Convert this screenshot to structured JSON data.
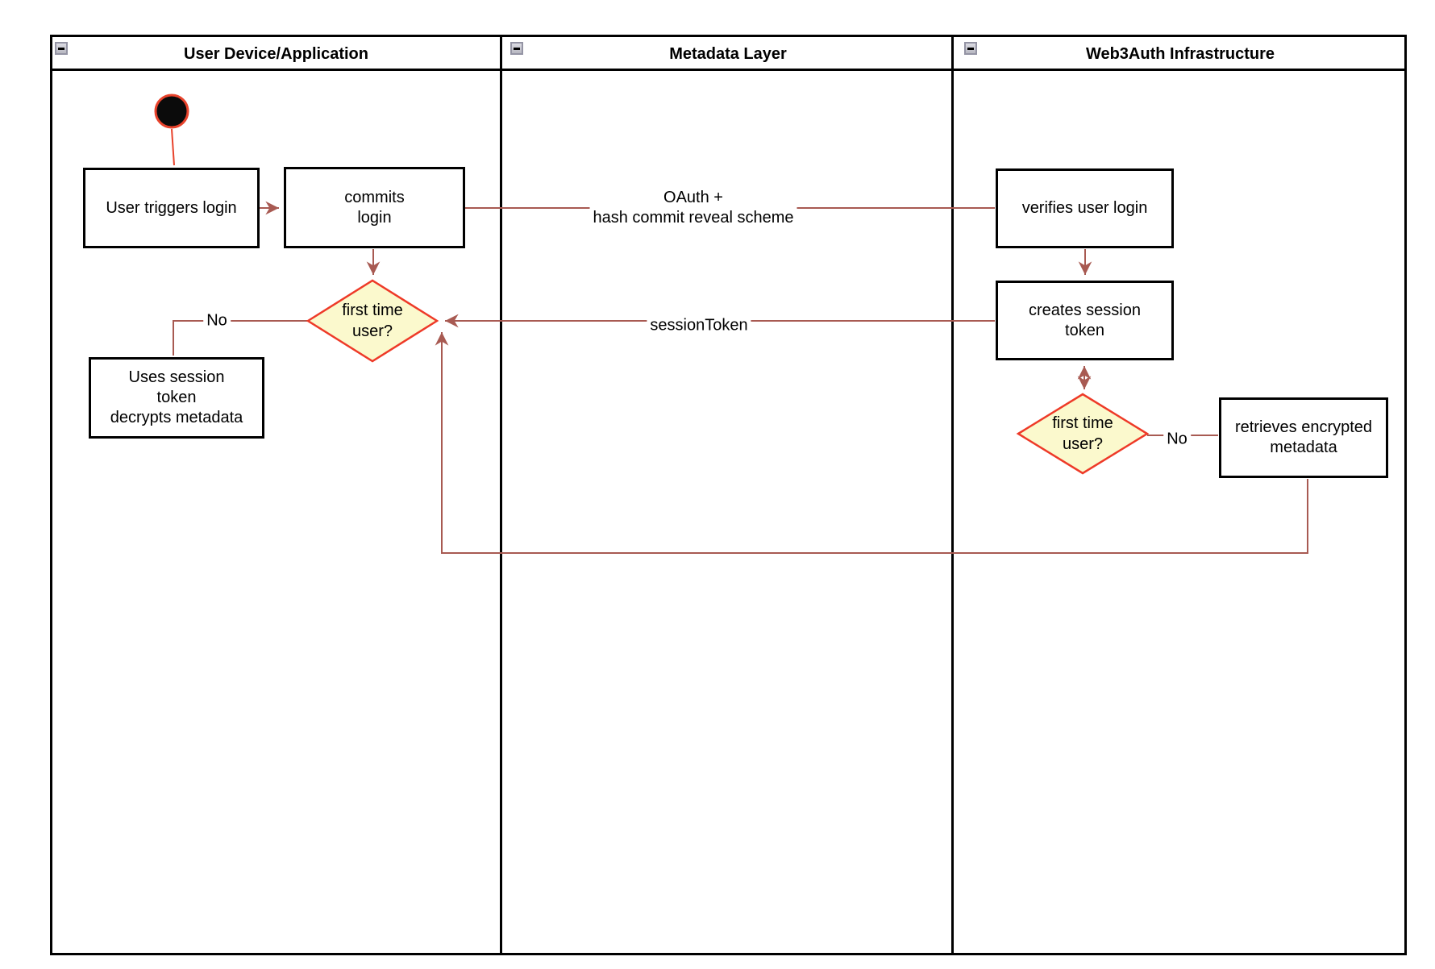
{
  "diagram": {
    "lanes": [
      {
        "title": "User Device/Application"
      },
      {
        "title": "Metadata Layer"
      },
      {
        "title": "Web3Auth Infrastructure"
      }
    ],
    "nodes": {
      "user_triggers_login": "User triggers login",
      "commits_login": "commits\nlogin",
      "first_time_user_1": "first time\nuser?",
      "uses_session_token": "Uses session\ntoken\ndecrypts metadata",
      "verifies_user_login": "verifies user login",
      "creates_session_token": "creates session\ntoken",
      "first_time_user_2": "first time\nuser?",
      "retrieves_encrypted_metadata": "retrieves encrypted\nmetadata"
    },
    "edge_labels": {
      "oauth": "OAuth +\nhash commit reveal scheme",
      "session_token": "sessionToken",
      "no_first_lane": "No",
      "no_third_lane": "No"
    },
    "colors": {
      "edge": "#a85a52",
      "start_edge": "#e8432c",
      "start_fill": "#0b0b0b",
      "decision_fill": "#fbf9cd",
      "decision_border": "#ee3a28",
      "node_border": "#000000"
    }
  }
}
